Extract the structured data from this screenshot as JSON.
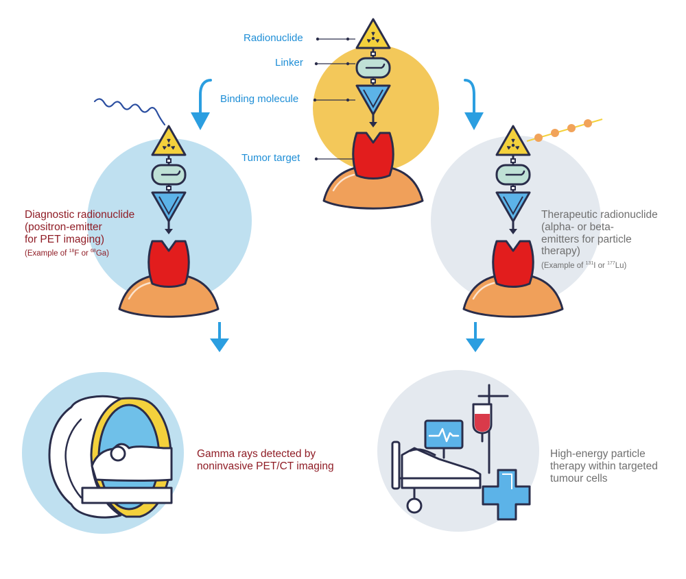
{
  "labels": {
    "radionuclide": "Radionuclide",
    "linker": "Linker",
    "binding_molecule": "Binding molecule",
    "tumor_target": "Tumor target"
  },
  "diagnostic": {
    "title": "Diagnostic radionuclide",
    "line2": "(positron-emitter",
    "line3": "for PET imaging)",
    "example_prefix": "(Example of ",
    "iso1_mass": "18",
    "iso1_symbol": "F",
    "conj": " or ",
    "iso2_mass": "68",
    "iso2_symbol": "Ga)",
    "outcome_line1": "Gamma rays detected by",
    "outcome_line2": "noninvasive PET/CT imaging"
  },
  "therapeutic": {
    "title": "Therapeutic radionuclide",
    "line2": "(alpha- or beta-",
    "line3": "emitters for particle",
    "line4": "therapy)",
    "example_prefix": "(Example of ",
    "iso1_mass": "131",
    "iso1_symbol": "I",
    "conj": " or ",
    "iso2_mass": "177",
    "iso2_symbol": "Lu)",
    "outcome_line1": "High-energy particle",
    "outcome_line2": "therapy within targeted",
    "outcome_line3": "tumour cells"
  },
  "colors": {
    "label_blue": "#1e8ed6",
    "diagnostic_red": "#8f1c25",
    "therapeutic_grey": "#6f6f6f",
    "top_circle": "#f3c85a",
    "diag_circle": "#bfe0f0",
    "ther_circle": "#e4e9ef",
    "tumor_red": "#e21d1d",
    "tissue_orange": "#f0a05a",
    "radionuclide_yellow": "#f4d13c",
    "linker_mint": "#bfe1d6",
    "binding_blue": "#5cb3e8",
    "arrow_blue": "#2b9ee0",
    "particle_orange": "#f1a35a",
    "outline": "#2a2d4a"
  },
  "icons": [
    "radiation-icon",
    "pet-ct-scanner-icon",
    "hospital-bed-icon",
    "iv-drip-icon",
    "heart-monitor-icon",
    "medical-cross-icon",
    "gamma-ray-wave-icon",
    "particle-beam-icon"
  ]
}
